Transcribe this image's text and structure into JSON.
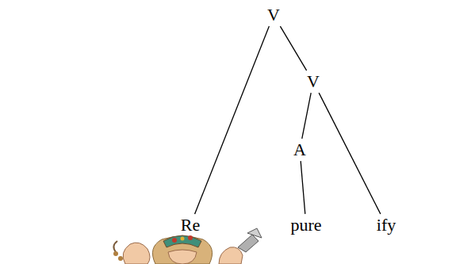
{
  "diagram": {
    "nodes": [
      {
        "text": [
          "V"
        ]
      },
      {
        "text": [
          "V"
        ]
      },
      {
        "text": [
          "A"
        ]
      },
      {
        "text": [
          "Re"
        ]
      },
      {
        "text": [
          "pure"
        ]
      },
      {
        "text": [
          "ify"
        ]
      }
    ],
    "edges": [
      {
        "from": 0,
        "to": 3,
        "arrow": "none"
      },
      {
        "from": 0,
        "to": 1,
        "arrow": "none"
      },
      {
        "from": 1,
        "to": 2,
        "arrow": "none"
      },
      {
        "from": 1,
        "to": 5,
        "arrow": "none"
      },
      {
        "from": 2,
        "to": 4,
        "arrow": "none"
      }
    ]
  }
}
